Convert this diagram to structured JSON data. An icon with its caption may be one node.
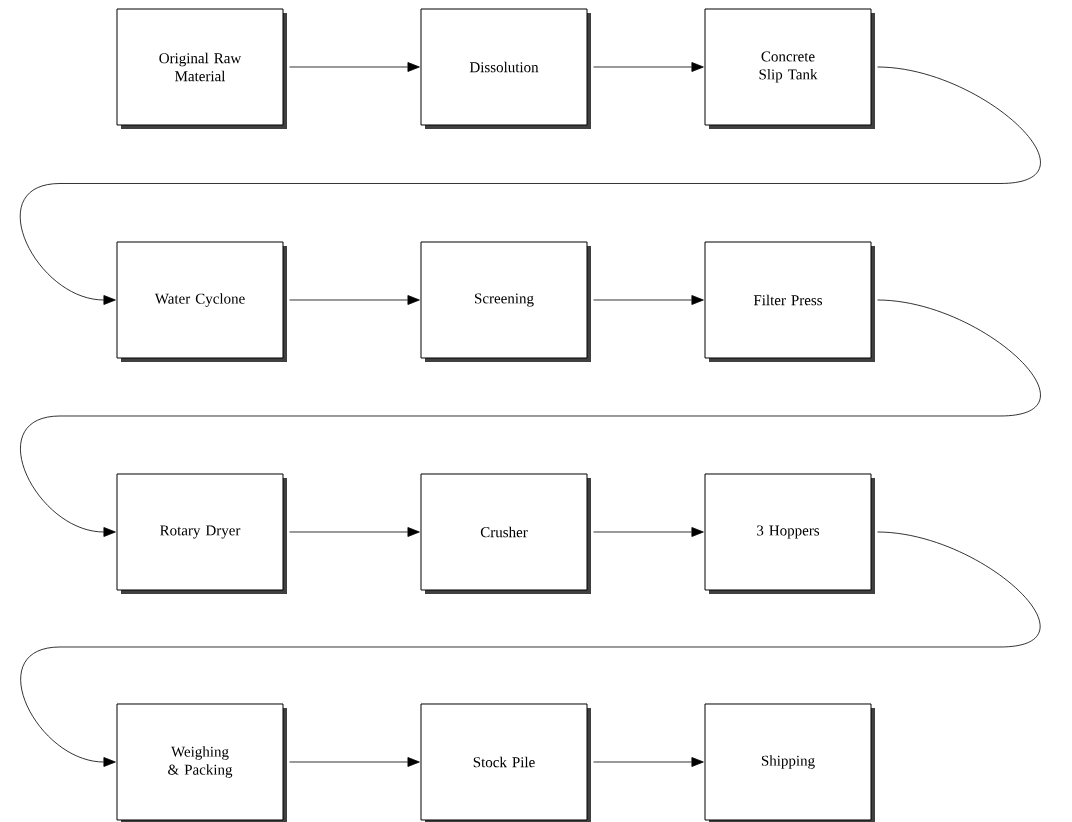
{
  "diagram": {
    "nodes": [
      {
        "text": [
          "Original Raw Material"
        ]
      },
      {
        "text": [
          "Dissolution"
        ]
      },
      {
        "text": [
          "Concrete Slip Tank"
        ]
      },
      {
        "text": [
          "Water Cyclone"
        ]
      },
      {
        "text": [
          "Screening"
        ]
      },
      {
        "text": [
          "Filter Press"
        ]
      },
      {
        "text": [
          "Rotary Dryer"
        ]
      },
      {
        "text": [
          "Crusher"
        ]
      },
      {
        "text": [
          "3 Hoppers"
        ]
      },
      {
        "text": [
          "Weighing & Packing"
        ]
      },
      {
        "text": [
          "Stock Pile"
        ]
      },
      {
        "text": [
          "Shipping"
        ]
      }
    ],
    "edges": [
      {
        "from": 0,
        "to": 1,
        "arrow": "to"
      },
      {
        "from": 1,
        "to": 2,
        "arrow": "to"
      },
      {
        "from": 2,
        "to": 3,
        "arrow": "to"
      },
      {
        "from": 3,
        "to": 4,
        "arrow": "to"
      },
      {
        "from": 4,
        "to": 5,
        "arrow": "to"
      },
      {
        "from": 5,
        "to": 6,
        "arrow": "to"
      },
      {
        "from": 6,
        "to": 7,
        "arrow": "to"
      },
      {
        "from": 7,
        "to": 8,
        "arrow": "to"
      },
      {
        "from": 8,
        "to": 9,
        "arrow": "to"
      },
      {
        "from": 9,
        "to": 10,
        "arrow": "to"
      },
      {
        "from": 10,
        "to": 11,
        "arrow": "to"
      }
    ]
  }
}
